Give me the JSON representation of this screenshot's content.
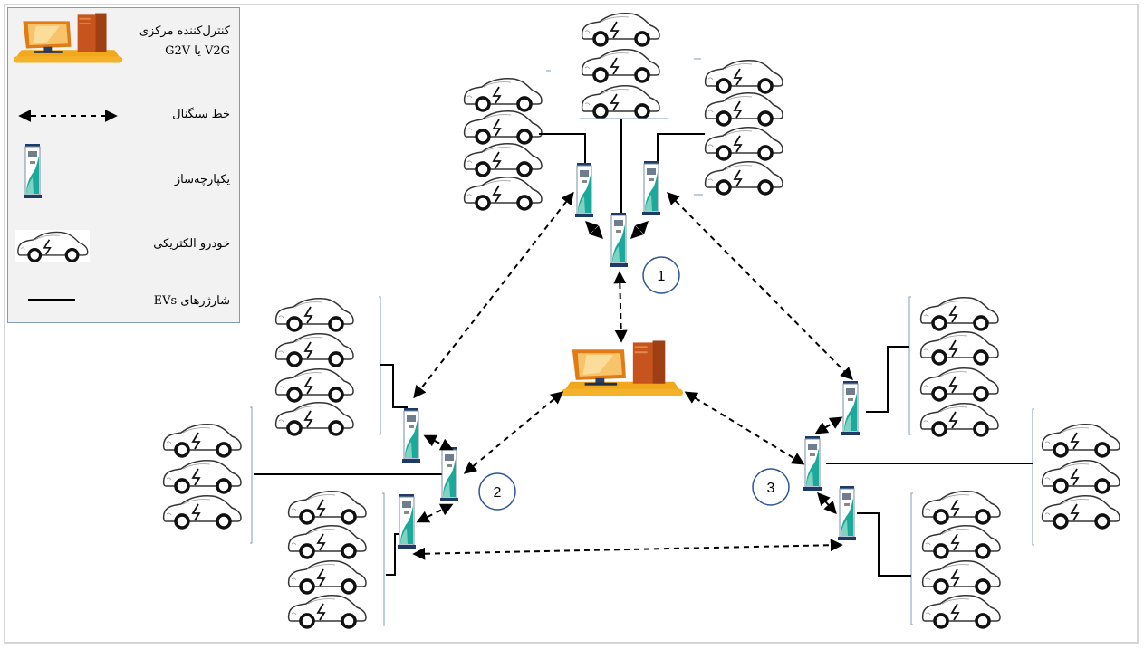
{
  "legend": {
    "controller_line1": "کنترل‌کننده مرکزی",
    "controller_line2": "V2G یا G2V",
    "signal_line": "خط سیگنال",
    "aggregator": "یکپارچه‌ساز",
    "electric_vehicle": "خودرو الکتریکی",
    "ev_chargers": "شارژرهای EVs"
  },
  "clusters": [
    {
      "number": "1"
    },
    {
      "number": "2"
    },
    {
      "number": "3"
    }
  ],
  "colors": {
    "controller_base": "#f2a81d",
    "monitor_frame": "#e07b16",
    "monitor_screen": "#f7c46c",
    "tower": "#c8541d",
    "charger_stripe": "#1aa99a",
    "charger_dark": "#1f3a66",
    "legend_border": "#7f9db9",
    "circle_border": "#2e5597"
  },
  "icons": [
    "central-controller-icon",
    "charger-icon",
    "electric-car-icon",
    "double-arrow-icon"
  ]
}
